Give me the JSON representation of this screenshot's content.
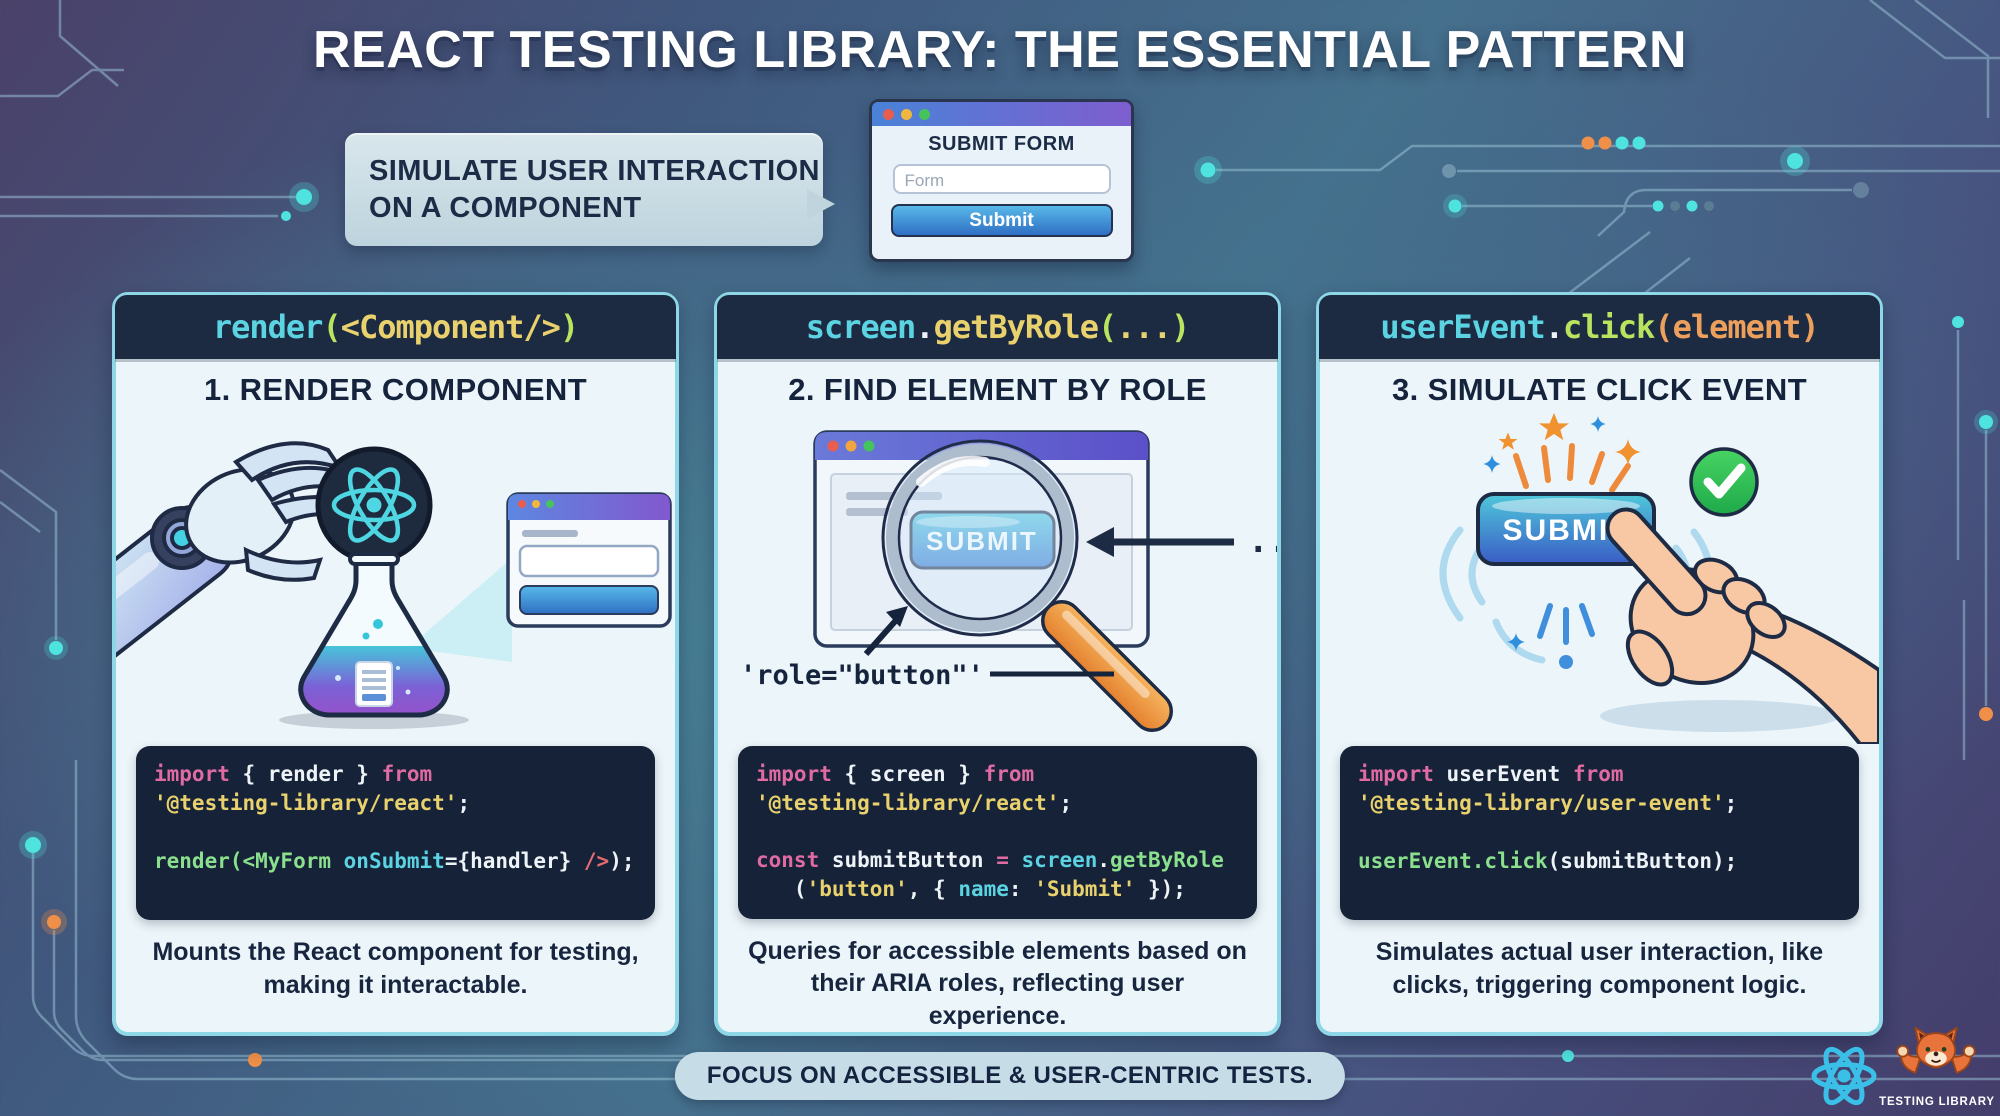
{
  "title": "REACT TESTING LIBRARY: THE ESSENTIAL PATTERN",
  "speech_bubble": {
    "line1": "SIMULATE USER INTERACTION",
    "line2": "ON A COMPONENT"
  },
  "form_window": {
    "title": "SUBMIT FORM",
    "input_placeholder": "Form",
    "button_label": "Submit"
  },
  "cards": [
    {
      "header_tokens": [
        {
          "t": "render",
          "c": "cyan"
        },
        {
          "t": "(",
          "c": "lime"
        },
        {
          "t": "<Component",
          "c": "yellow"
        },
        {
          "t": " />",
          "c": "yellow"
        },
        {
          "t": ")",
          "c": "lime"
        }
      ],
      "step_title": "1. RENDER COMPONENT",
      "code_lines": [
        [
          {
            "t": "import ",
            "c": "pink"
          },
          {
            "t": "{ render } ",
            "c": "white"
          },
          {
            "t": "from",
            "c": "pink"
          }
        ],
        [
          {
            "t": "'@testing-library/react'",
            "c": "yellow"
          },
          {
            "t": ";",
            "c": "white"
          }
        ],
        [],
        [
          {
            "t": "render(<MyForm ",
            "c": "green"
          },
          {
            "t": "onSubmit",
            "c": "cyan"
          },
          {
            "t": "=",
            "c": "white"
          },
          {
            "t": "{handler}",
            "c": "white"
          },
          {
            "t": " />",
            "c": "red"
          },
          {
            "t": ");",
            "c": "white"
          }
        ]
      ],
      "description": "Mounts the React component for testing, making it interactable."
    },
    {
      "header_tokens": [
        {
          "t": "screen",
          "c": "cyan"
        },
        {
          "t": ".",
          "c": "white"
        },
        {
          "t": "getByRole",
          "c": "yellow"
        },
        {
          "t": "(",
          "c": "lime"
        },
        {
          "t": "...",
          "c": "yellow"
        },
        {
          "t": ")",
          "c": "lime"
        }
      ],
      "step_title": "2. FIND ELEMENT BY ROLE",
      "illustration": {
        "button_label": "SUBMIT",
        "role_label": "'role=\"button\"'",
        "ellipsis": "..."
      },
      "code_lines": [
        [
          {
            "t": "import ",
            "c": "pink"
          },
          {
            "t": "{ screen } ",
            "c": "white"
          },
          {
            "t": "from",
            "c": "pink"
          }
        ],
        [
          {
            "t": "'@testing-library/react'",
            "c": "yellow"
          },
          {
            "t": ";",
            "c": "white"
          }
        ],
        [],
        [
          {
            "t": "const ",
            "c": "pink"
          },
          {
            "t": "submitButton ",
            "c": "white"
          },
          {
            "t": "= ",
            "c": "pink"
          },
          {
            "t": "screen",
            "c": "cyan"
          },
          {
            "t": ".",
            "c": "white"
          },
          {
            "t": "getByRole",
            "c": "green"
          }
        ],
        [
          {
            "t": "   (",
            "c": "white"
          },
          {
            "t": "'button'",
            "c": "yellow"
          },
          {
            "t": ", { ",
            "c": "white"
          },
          {
            "t": "name",
            "c": "cyan"
          },
          {
            "t": ": ",
            "c": "white"
          },
          {
            "t": "'Submit'",
            "c": "yellow"
          },
          {
            "t": " });",
            "c": "white"
          }
        ]
      ],
      "description": "Queries for accessible elements based on their ARIA roles, reflecting user experience."
    },
    {
      "header_tokens": [
        {
          "t": "userEvent",
          "c": "cyan"
        },
        {
          "t": ".",
          "c": "white"
        },
        {
          "t": "click",
          "c": "lime"
        },
        {
          "t": "(element)",
          "c": "orange"
        }
      ],
      "step_title": "3. SIMULATE CLICK EVENT",
      "illustration": {
        "button_label": "SUBMIT"
      },
      "code_lines": [
        [
          {
            "t": "import ",
            "c": "pink"
          },
          {
            "t": "userEvent ",
            "c": "white"
          },
          {
            "t": "from",
            "c": "pink"
          }
        ],
        [
          {
            "t": "'@testing-library/user-event'",
            "c": "yellow"
          },
          {
            "t": ";",
            "c": "white"
          }
        ],
        [],
        [
          {
            "t": "userEvent.click",
            "c": "green"
          },
          {
            "t": "(submitButton);",
            "c": "white"
          }
        ]
      ],
      "description": "Simulates actual user interaction, like clicks, triggering component logic."
    }
  ],
  "banner": "FOCUS ON ACCESSIBLE & USER-CENTRIC TESTS.",
  "footer": {
    "testing_library_label": "TESTING LIBRARY"
  },
  "colors": {
    "accent_cyan": "#5cd3e2",
    "accent_yellow": "#e9d26d",
    "accent_green": "#8be08d",
    "accent_pink": "#e06ba2",
    "accent_orange": "#eda05c",
    "card_border": "#8ed7e6",
    "header_bg": "#1c2a42",
    "code_bg": "#152238",
    "background_teal": "#47788f",
    "background_purple": "#4a4169"
  }
}
